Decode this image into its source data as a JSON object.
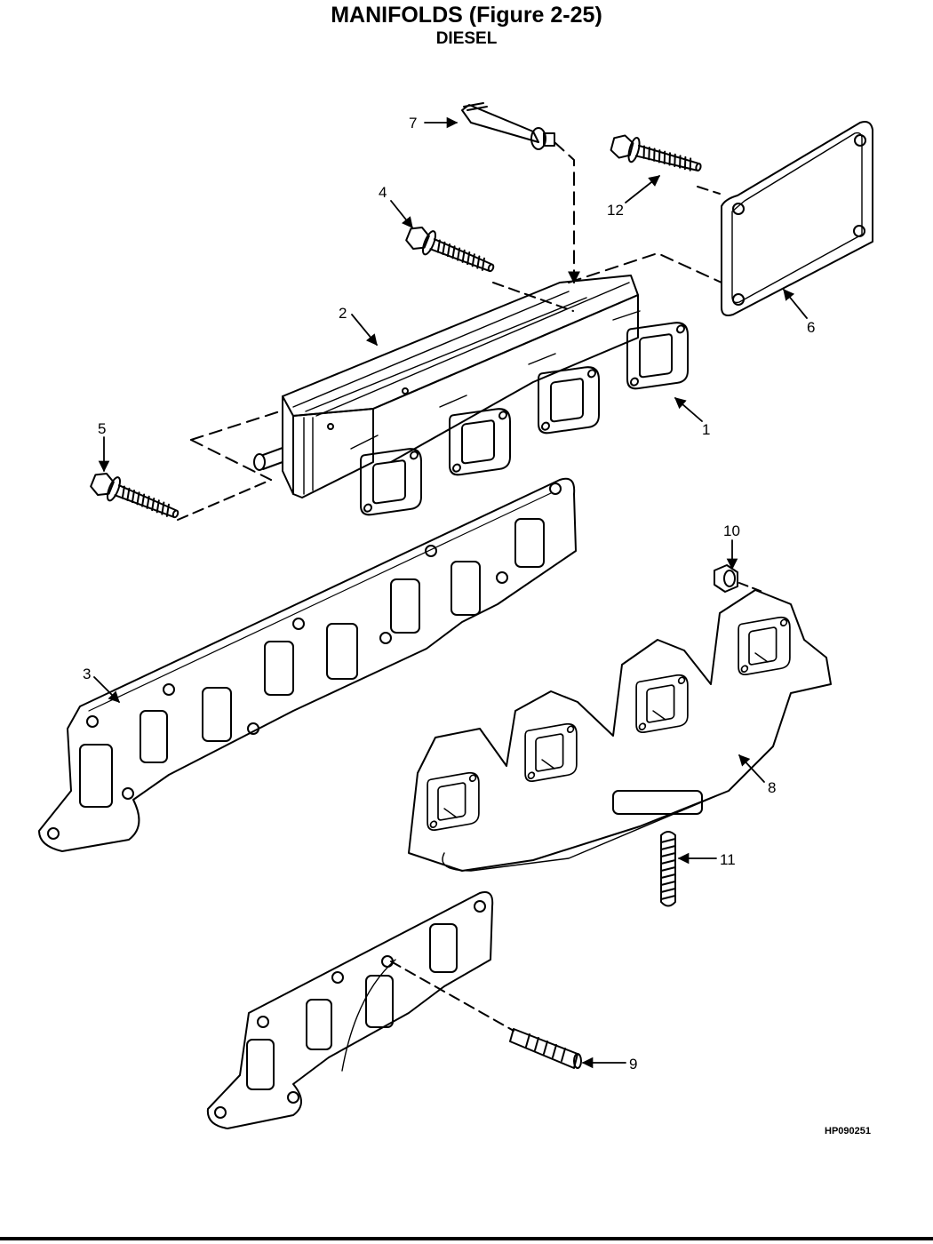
{
  "header": {
    "title": "MANIFOLDS (Figure 2-25)",
    "subtitle": "DIESEL"
  },
  "figure": {
    "id": "HP090251",
    "callouts": {
      "c1": "1",
      "c2": "2",
      "c3": "3",
      "c4": "4",
      "c5": "5",
      "c6": "6",
      "c7": "7",
      "c8": "8",
      "c9": "9",
      "c10": "10",
      "c11": "11",
      "c12": "12"
    }
  }
}
